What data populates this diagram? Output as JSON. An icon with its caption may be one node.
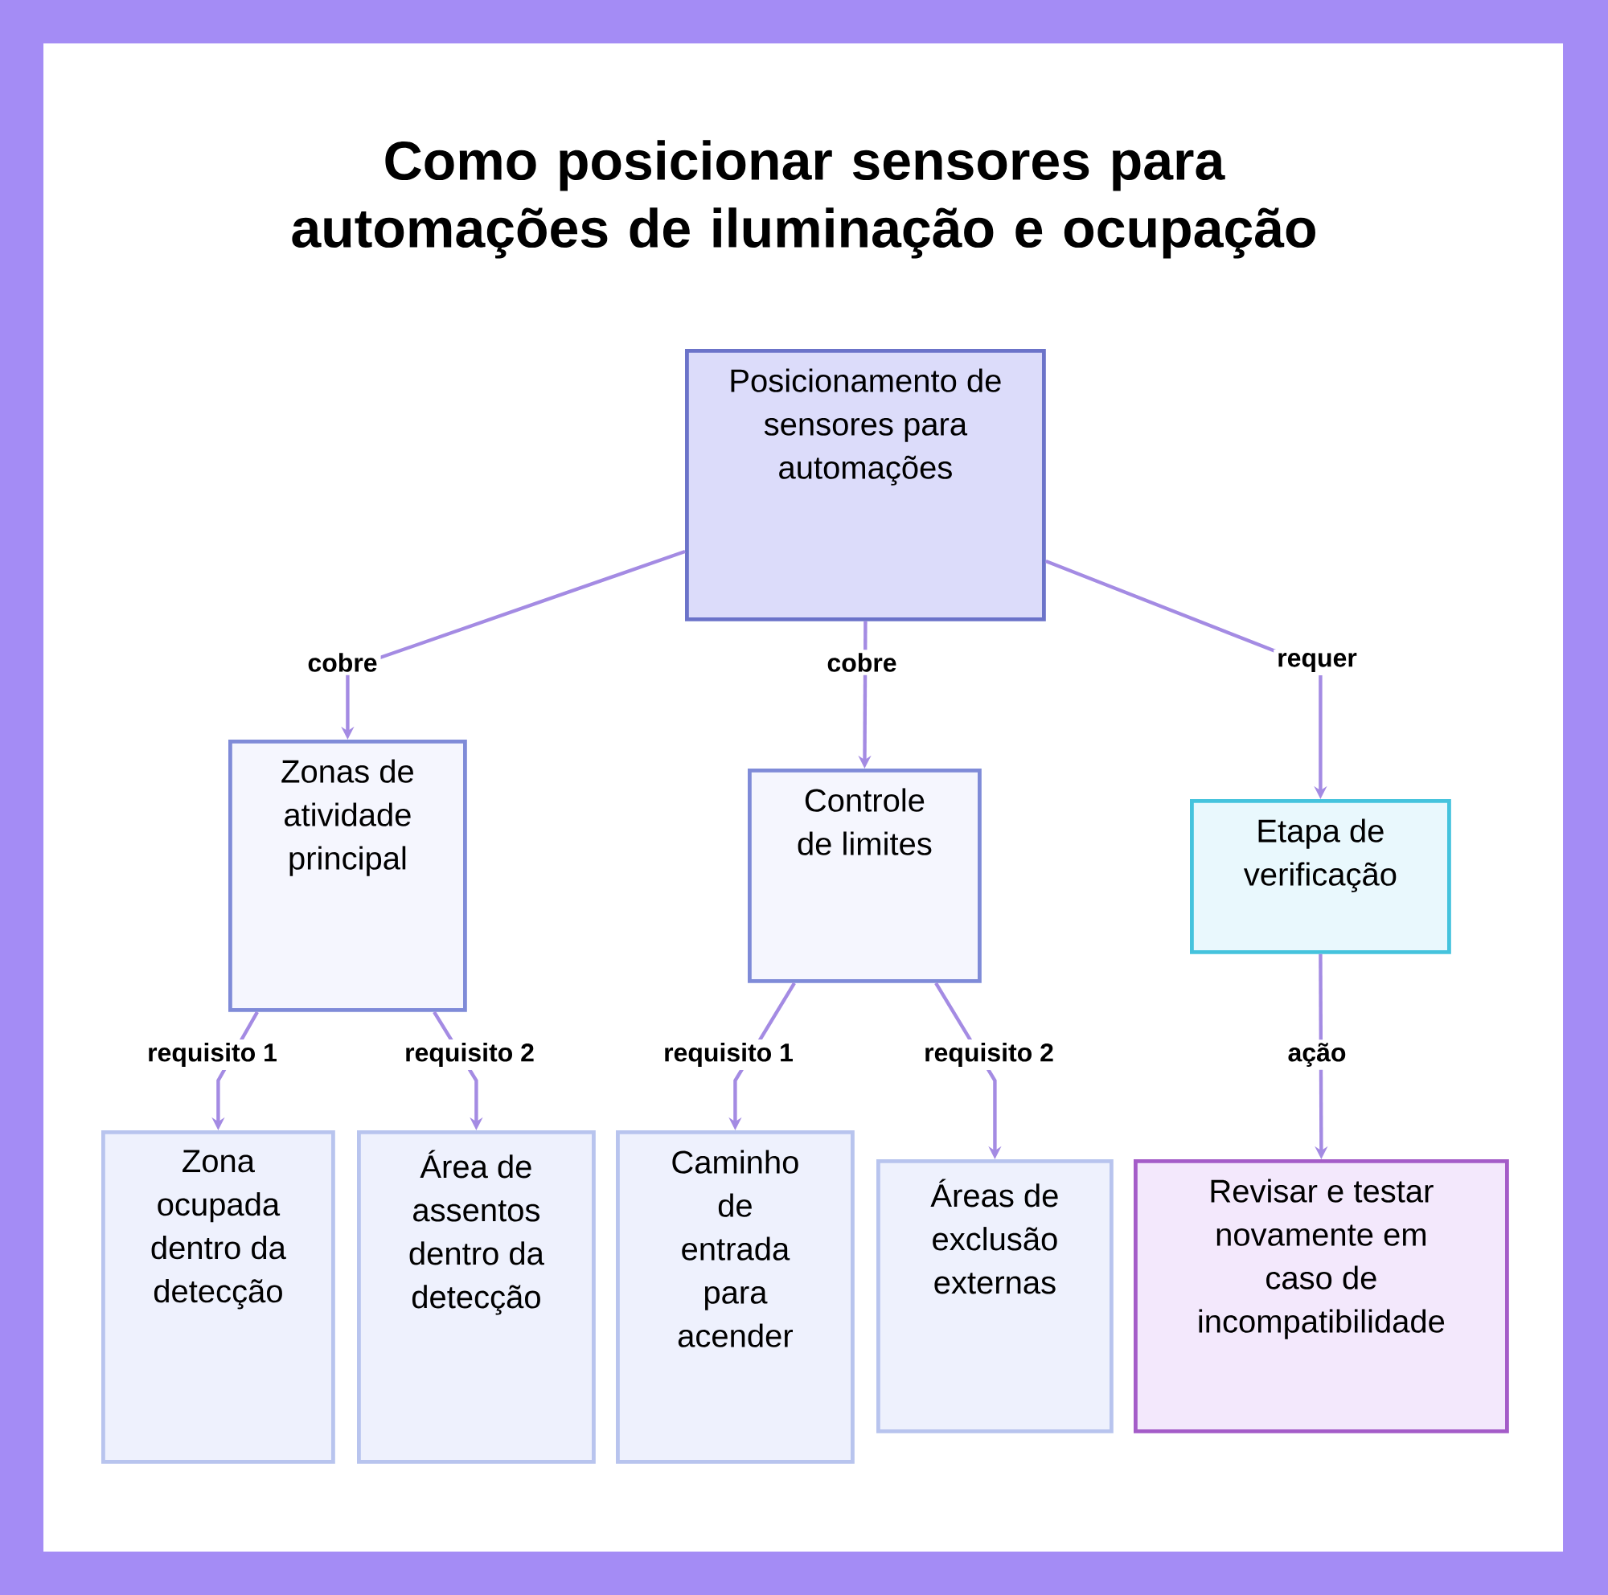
{
  "diagram": {
    "title": "Como posicionar sensores para automações de iluminação e ocupação",
    "nodes": [
      {
        "text": [
          "Posicionamento de sensores para automações"
        ]
      },
      {
        "text": [
          "Zonas de atividade principal"
        ]
      },
      {
        "text": [
          "Controle de limites"
        ]
      },
      {
        "text": [
          "Etapa de verificação"
        ]
      },
      {
        "text": [
          "Zona ocupada dentro da detecção"
        ]
      },
      {
        "text": [
          "Área de assentos dentro da detecção"
        ]
      },
      {
        "text": [
          "Caminho de entrada para acender"
        ]
      },
      {
        "text": [
          "Áreas de exclusão externas"
        ]
      },
      {
        "text": [
          "Revisar e testar novamente em caso de incompatibilidade"
        ]
      }
    ],
    "edges": [
      {
        "from": 0,
        "to": 1,
        "arrow": "to",
        "label": "cobre"
      },
      {
        "from": 0,
        "to": 2,
        "arrow": "to",
        "label": "cobre"
      },
      {
        "from": 0,
        "to": 3,
        "arrow": "to",
        "label": "requer"
      },
      {
        "from": 1,
        "to": 4,
        "arrow": "to",
        "label": "requisito 1"
      },
      {
        "from": 1,
        "to": 5,
        "arrow": "to",
        "label": "requisito 2"
      },
      {
        "from": 2,
        "to": 6,
        "arrow": "to",
        "label": "requisito 1"
      },
      {
        "from": 2,
        "to": 7,
        "arrow": "to",
        "label": "requisito 2"
      },
      {
        "from": 3,
        "to": 8,
        "arrow": "to",
        "label": "ação"
      }
    ]
  }
}
